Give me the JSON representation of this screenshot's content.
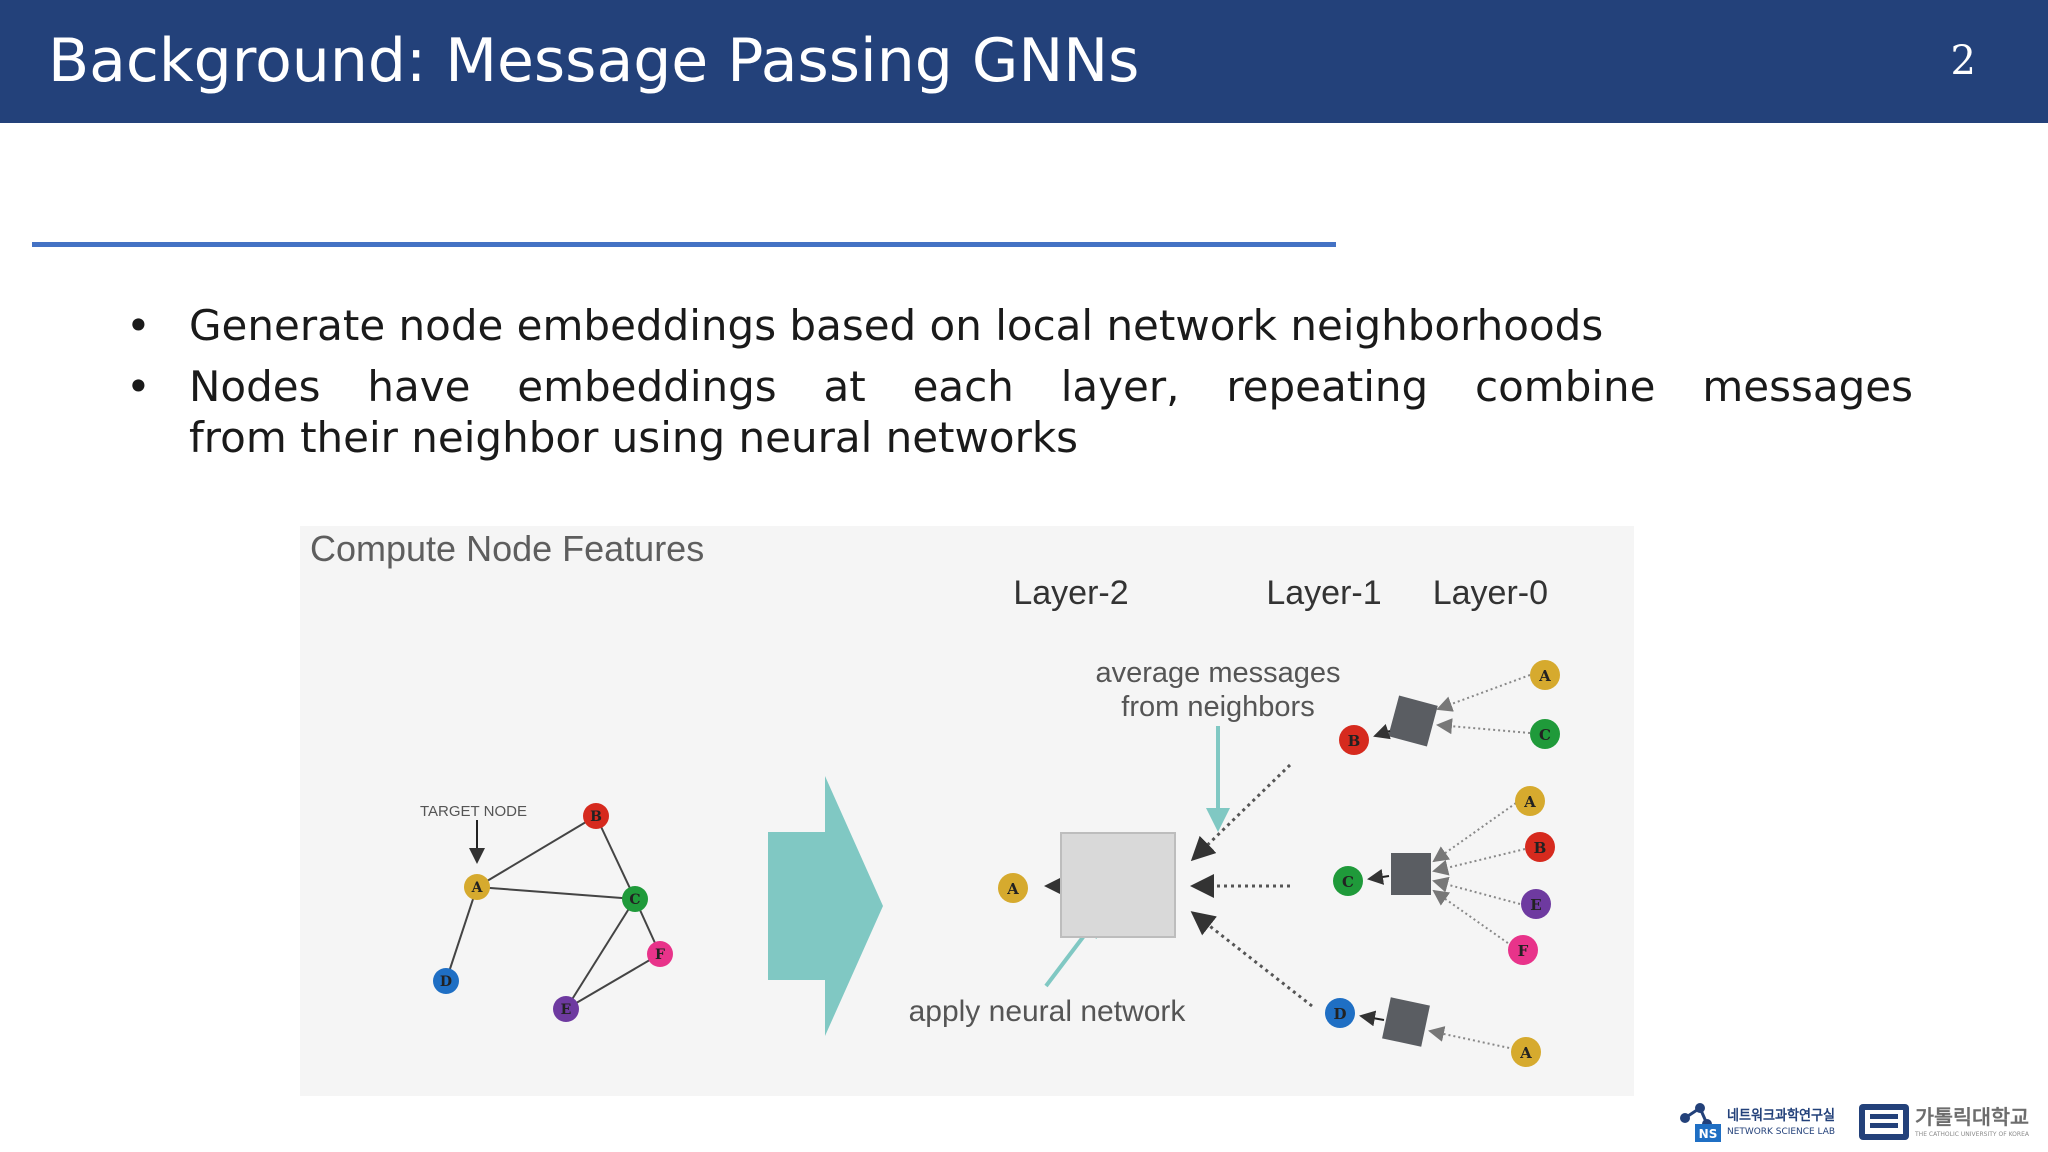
{
  "header": {
    "title": "Background: Message Passing GNNs",
    "page_number": "2"
  },
  "bullets": [
    {
      "first_line": "Generate node embeddings based on local network neighborhoods",
      "second_line": ""
    },
    {
      "first_line": "Nodes have embeddings at each layer, repeating combine messages",
      "second_line": "from their neighbor using neural networks"
    }
  ],
  "figure": {
    "title": "Compute Node Features",
    "layer_labels": [
      "Layer-2",
      "Layer-1",
      "Layer-0"
    ],
    "annotation_average_line1": "average messages",
    "annotation_average_line2": "from neighbors",
    "annotation_apply": "apply neural network",
    "target_node_label": "TARGET NODE",
    "graph_nodes": [
      "A",
      "B",
      "C",
      "D",
      "E",
      "F"
    ],
    "tree": {
      "root": "A",
      "layer1": [
        "B",
        "C",
        "D"
      ],
      "layer0_B": [
        "A",
        "C"
      ],
      "layer0_C": [
        "A",
        "B",
        "E",
        "F"
      ],
      "layer0_D": [
        "A"
      ]
    },
    "colors": {
      "A": "#d6aa2e",
      "B": "#d62a1e",
      "C": "#1f9a3a",
      "D": "#1f6fc4",
      "E": "#6e3aa0",
      "F": "#e8338a",
      "arrow": "#80c8c3",
      "box": "#d9d9d9",
      "block": "#5a5d62"
    }
  },
  "logos": {
    "lab_korean": "네트워크과학연구실",
    "lab_english": "NETWORK SCIENCE LAB",
    "badge": "NS",
    "university_korean": "가톨릭대학교",
    "university_english": "THE CATHOLIC UNIVERSITY OF KOREA"
  }
}
